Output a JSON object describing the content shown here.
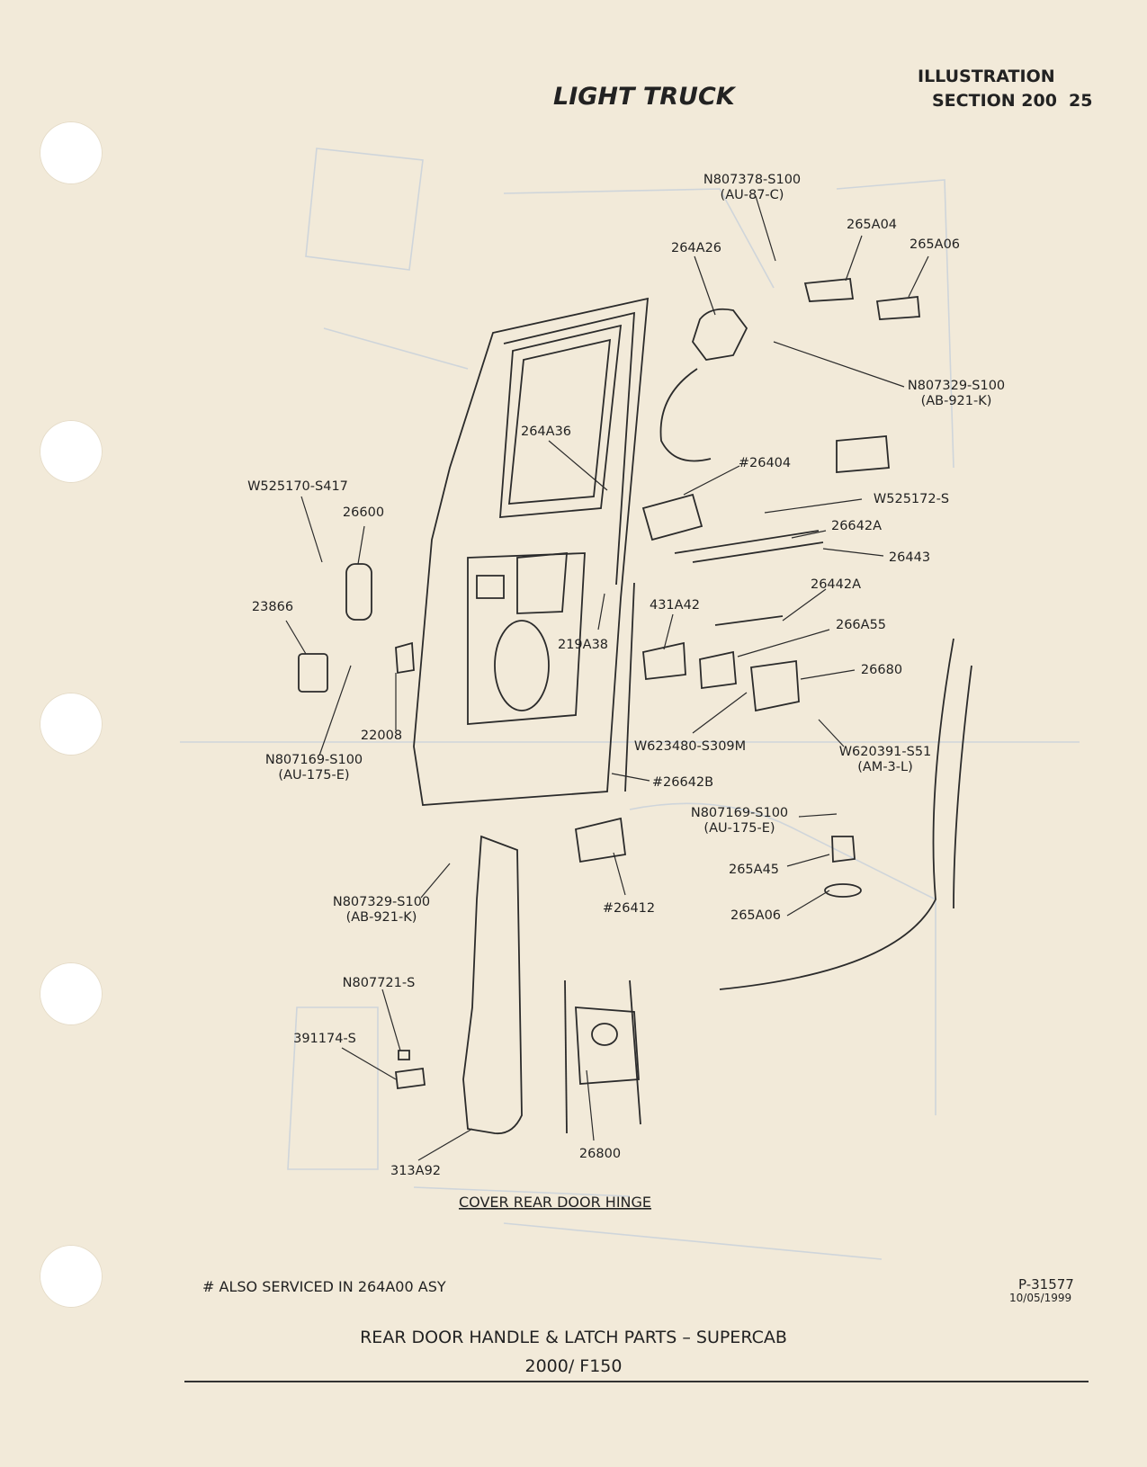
{
  "header": {
    "title": "LIGHT TRUCK",
    "illustration": "ILLUSTRATION",
    "section": "SECTION 200",
    "page_number": "25"
  },
  "parts": {
    "p1": {
      "lines": [
        "N807378-S100",
        "(AU-87-C)"
      ]
    },
    "p2": {
      "lines": [
        "265A04"
      ]
    },
    "p3": {
      "lines": [
        "265A06"
      ]
    },
    "p4": {
      "lines": [
        "264A26"
      ]
    },
    "p5": {
      "lines": [
        "N807329-S100",
        "(AB-921-K)"
      ]
    },
    "p6": {
      "lines": [
        "264A36"
      ]
    },
    "p7": {
      "lines": [
        "#26404"
      ]
    },
    "p8": {
      "lines": [
        "W525170-S417"
      ]
    },
    "p9": {
      "lines": [
        "26600"
      ]
    },
    "p10": {
      "lines": [
        "W525172-S"
      ]
    },
    "p11": {
      "lines": [
        "26642A"
      ]
    },
    "p12": {
      "lines": [
        "26443"
      ]
    },
    "p13": {
      "lines": [
        "23866"
      ]
    },
    "p14": {
      "lines": [
        "26442A"
      ]
    },
    "p15": {
      "lines": [
        "431A42"
      ]
    },
    "p16": {
      "lines": [
        "266A55"
      ]
    },
    "p17": {
      "lines": [
        "219A38"
      ]
    },
    "p18": {
      "lines": [
        "26680"
      ]
    },
    "p19": {
      "lines": [
        "22008"
      ]
    },
    "p20": {
      "lines": [
        "W623480-S309M"
      ]
    },
    "p21": {
      "lines": [
        "W620391-S51",
        "(AM-3-L)"
      ]
    },
    "p22": {
      "lines": [
        "N807169-S100",
        "(AU-175-E)"
      ]
    },
    "p23": {
      "lines": [
        "#26642B"
      ]
    },
    "p24": {
      "lines": [
        "N807169-S100",
        "(AU-175-E)"
      ]
    },
    "p25": {
      "lines": [
        "265A45"
      ]
    },
    "p26": {
      "lines": [
        "N807329-S100",
        "(AB-921-K)"
      ]
    },
    "p27": {
      "lines": [
        "#26412"
      ]
    },
    "p28": {
      "lines": [
        "265A06"
      ]
    },
    "p29": {
      "lines": [
        "N807721-S"
      ]
    },
    "p30": {
      "lines": [
        "391174-S"
      ]
    },
    "p31": {
      "lines": [
        "26800"
      ]
    },
    "p32": {
      "lines": [
        "313A92"
      ]
    },
    "p33": {
      "lines": [
        "COVER REAR DOOR HINGE"
      ]
    }
  },
  "footnote": "#  ALSO SERVICED IN  264A00 ASY",
  "reference": {
    "number": "P-31577",
    "date": "10/05/1999"
  },
  "caption": {
    "title": "REAR DOOR HANDLE & LATCH PARTS – SUPERCAB",
    "subtitle": "2000/ F150"
  }
}
